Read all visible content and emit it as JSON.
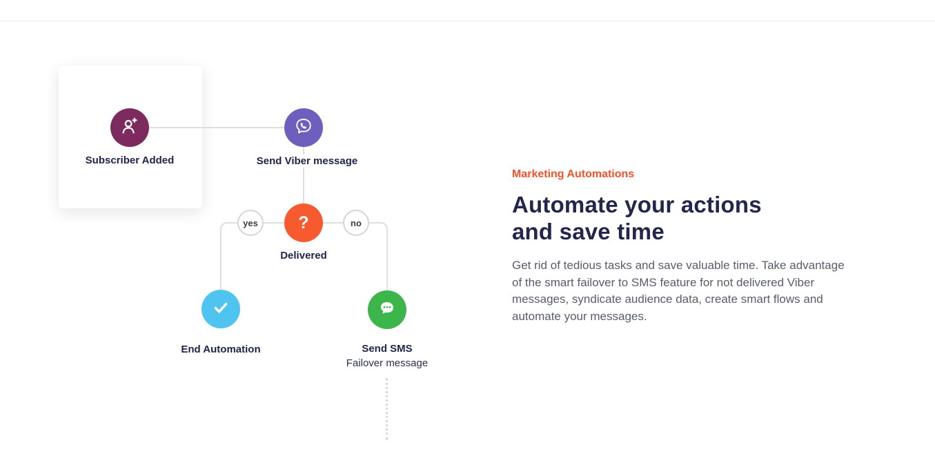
{
  "flow": {
    "subscriber": {
      "label": "Subscriber Added",
      "color": "#7d2b5e"
    },
    "viber": {
      "label": "Send Viber message",
      "color": "#6e5fbe"
    },
    "delivered": {
      "label": "Delivered",
      "glyph": "?",
      "color": "#f65a2e"
    },
    "yes": {
      "label": "yes"
    },
    "no": {
      "label": "no"
    },
    "end": {
      "label": "End Automation",
      "color": "#4fc4f0"
    },
    "sms": {
      "label": "Send SMS",
      "sublabel": "Failover message",
      "color": "#3cb54a"
    }
  },
  "content": {
    "eyebrow": "Marketing Automations",
    "heading_line1": "Automate your actions",
    "heading_line2": "and save time",
    "paragraph": "Get rid of tedious tasks and save valuable time. Take advantage of the smart failover to SMS feature for not delivered Viber messages, syndicate audience data, create smart flows and automate your messages.",
    "colors": {
      "accent": "#f4502a",
      "heading": "#23254d",
      "body": "#575c6b"
    }
  }
}
